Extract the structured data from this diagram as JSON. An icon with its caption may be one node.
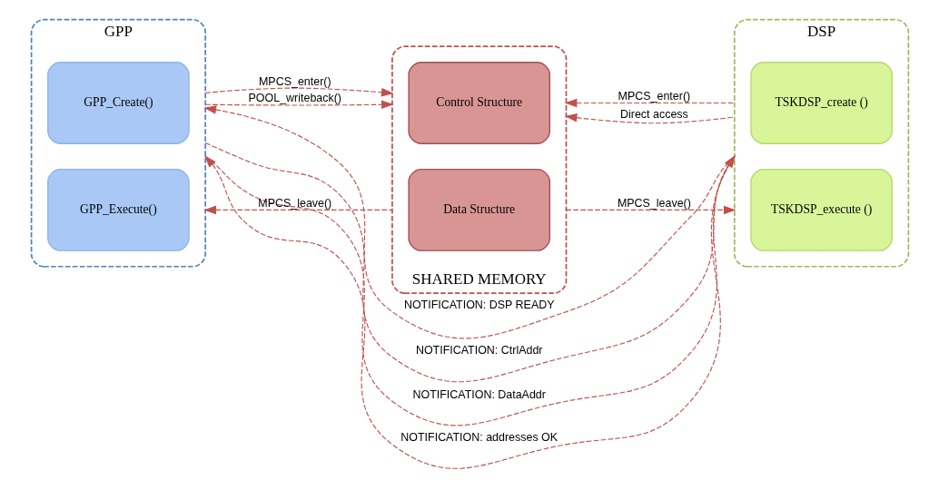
{
  "diagram": {
    "nodes": [
      {
        "text": [
          "GPP"
        ]
      },
      {
        "text": [
          "GPP_Create()"
        ],
        "in": 0
      },
      {
        "text": [
          "GPP_Execute()"
        ],
        "in": 0
      },
      {
        "text": [
          "SHARED MEMORY"
        ]
      },
      {
        "text": [
          "Control Structure"
        ],
        "in": 3
      },
      {
        "text": [
          "Data Structure"
        ],
        "in": 3
      },
      {
        "text": [
          "DSP"
        ]
      },
      {
        "text": [
          "TSKDSP_create ()"
        ],
        "in": 6
      },
      {
        "text": [
          "TSKDSP_execute ()"
        ],
        "in": 6
      }
    ],
    "edges": [
      {
        "from": 6,
        "to": 0,
        "arrow": "to",
        "label": "NOTIFICATION: DSP READY",
        "style": "dashed"
      },
      {
        "from": 0,
        "to": 6,
        "arrow": "to",
        "label": "NOTIFICATION: CtrlAddr",
        "style": "dashed"
      },
      {
        "from": 0,
        "to": 6,
        "arrow": "to",
        "label": "NOTIFICATION: DataAddr",
        "style": "dashed"
      },
      {
        "from": 6,
        "to": 0,
        "arrow": "to",
        "label": "NOTIFICATION: addresses OK",
        "style": "dashed"
      },
      {
        "from": 0,
        "to": 3,
        "arrow": "to",
        "label": "MPCS_enter()",
        "style": "dashed"
      },
      {
        "from": 0,
        "to": 3,
        "arrow": "to",
        "label": "POOL_writeback()",
        "style": "dashed"
      },
      {
        "from": 3,
        "to": 0,
        "arrow": "to",
        "label": "MPCS_leave()",
        "style": "dashed"
      },
      {
        "from": 6,
        "to": 3,
        "arrow": "to",
        "label": "MPCS_enter()",
        "style": "dashed"
      },
      {
        "from": 6,
        "to": 3,
        "arrow": "to",
        "label": "Direct access",
        "style": "dashed"
      },
      {
        "from": 3,
        "to": 6,
        "arrow": "to",
        "label": "MPCS_leave()",
        "style": "dashed"
      }
    ]
  }
}
